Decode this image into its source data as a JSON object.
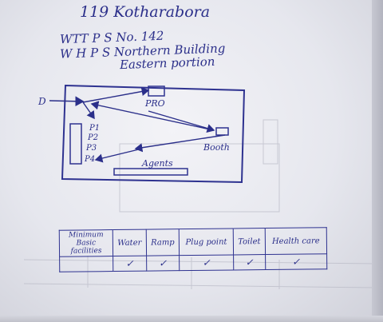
{
  "notes": {
    "title": "119 Kotharabora",
    "line2": "WTT P S No. 142",
    "line3": "W H P S Northern Building",
    "line4": "Eastern portion"
  },
  "diagram": {
    "entry_label": "D",
    "pro_label": "PRO",
    "p_labels": [
      "P1",
      "P2",
      "P3",
      "P4"
    ],
    "booth_label": "Booth",
    "agents_label": "Agents"
  },
  "facilities": {
    "headers": [
      "Minimum Basic facilities",
      "Water",
      "Ramp",
      "Plug point",
      "Toilet",
      "Health care"
    ],
    "marks": [
      "",
      "✓",
      "✓",
      "✓",
      "✓",
      "✓"
    ]
  }
}
